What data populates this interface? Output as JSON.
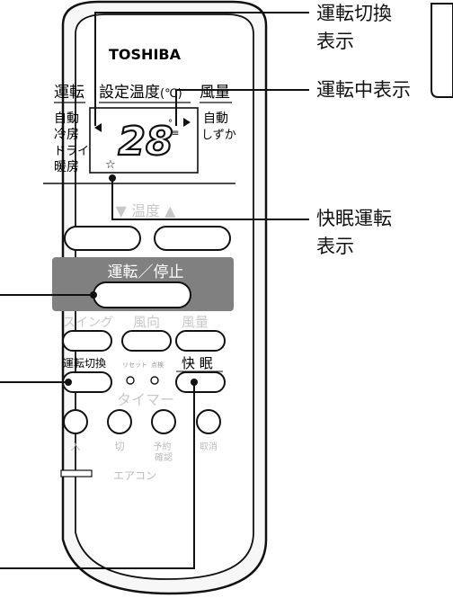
{
  "remote": {
    "brand": "TOSHIBA",
    "header": {
      "mode": "運転",
      "temp": "設定温度",
      "temp_unit": "(℃)",
      "fan": "風量"
    },
    "modes": [
      "自動",
      "冷房",
      "ドライ",
      "暖房"
    ],
    "fan_modes": [
      "自動",
      "しずか"
    ],
    "display_temp": "28",
    "temp_label": "▼  温度  ▲",
    "power_button": "運転／停止",
    "row_labels": [
      "スイング",
      "風向",
      "風量"
    ],
    "mode_switch_label": "運転切換",
    "reset_label": "リセット",
    "check_label": "点検",
    "sleep_label": "快 眠",
    "timer_label": "タイマー",
    "timer_buttons": [
      "入",
      "切",
      "予約\n確認",
      "取消"
    ],
    "footer_label": "エアコン"
  },
  "callouts": {
    "mode_display": "運転切換\n表示",
    "running_display": "運転中表示",
    "sleep_display": "快眠運転\n表示"
  }
}
